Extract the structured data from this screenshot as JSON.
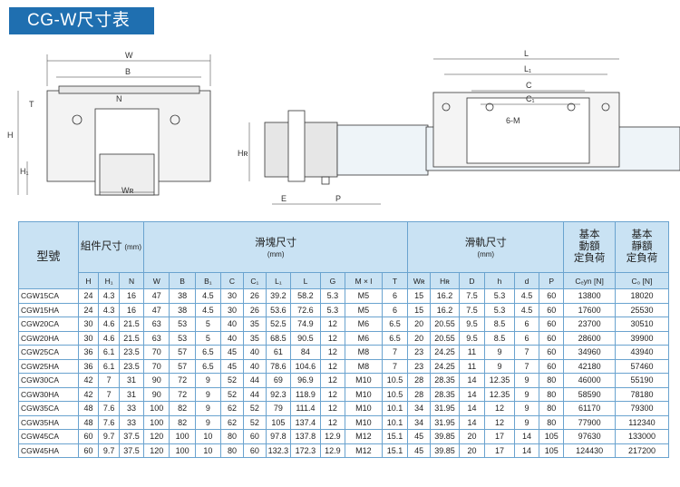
{
  "title": "CG-W尺寸表",
  "drawing_labels": {
    "W": "W",
    "B": "B",
    "T": "T",
    "H": "H",
    "H1": "H₁",
    "N": "N",
    "WR": "Wʀ",
    "HR": "Hʀ",
    "E": "E",
    "P": "P",
    "L": "L",
    "L1": "L₁",
    "C": "C",
    "C1": "C₁",
    "M": "6-M"
  },
  "header": {
    "model": "型號",
    "assembly": "組件尺寸",
    "assembly_unit": "(mm)",
    "block": "滑塊尺寸",
    "block_unit": "(mm)",
    "rail": "滑軌尺寸",
    "rail_unit": "(mm)",
    "dyn_load": "基本\n動額\n定負荷",
    "static_load": "基本\n靜額\n定負荷",
    "cols": [
      "H",
      "H₁",
      "N",
      "W",
      "B",
      "B₁",
      "C",
      "C₁",
      "L₁",
      "L",
      "G",
      "M × l",
      "T",
      "Wʀ",
      "Hʀ",
      "D",
      "h",
      "d",
      "P",
      "Cₑyn [N]",
      "C₀ [N]"
    ]
  },
  "rows": [
    [
      "CGW15CA",
      "24",
      "4.3",
      "16",
      "47",
      "38",
      "4.5",
      "30",
      "26",
      "39.2",
      "58.2",
      "5.3",
      "M5",
      "6",
      "15",
      "16.2",
      "7.5",
      "5.3",
      "4.5",
      "60",
      "13800",
      "18020"
    ],
    [
      "CGW15HA",
      "24",
      "4.3",
      "16",
      "47",
      "38",
      "4.5",
      "30",
      "26",
      "53.6",
      "72.6",
      "5.3",
      "M5",
      "6",
      "15",
      "16.2",
      "7.5",
      "5.3",
      "4.5",
      "60",
      "17600",
      "25530"
    ],
    [
      "CGW20CA",
      "30",
      "4.6",
      "21.5",
      "63",
      "53",
      "5",
      "40",
      "35",
      "52.5",
      "74.9",
      "12",
      "M6",
      "6.5",
      "20",
      "20.55",
      "9.5",
      "8.5",
      "6",
      "60",
      "23700",
      "30510"
    ],
    [
      "CGW20HA",
      "30",
      "4.6",
      "21.5",
      "63",
      "53",
      "5",
      "40",
      "35",
      "68.5",
      "90.5",
      "12",
      "M6",
      "6.5",
      "20",
      "20.55",
      "9.5",
      "8.5",
      "6",
      "60",
      "28600",
      "39900"
    ],
    [
      "CGW25CA",
      "36",
      "6.1",
      "23.5",
      "70",
      "57",
      "6.5",
      "45",
      "40",
      "61",
      "84",
      "12",
      "M8",
      "7",
      "23",
      "24.25",
      "11",
      "9",
      "7",
      "60",
      "34960",
      "43940"
    ],
    [
      "CGW25HA",
      "36",
      "6.1",
      "23.5",
      "70",
      "57",
      "6.5",
      "45",
      "40",
      "78.6",
      "104.6",
      "12",
      "M8",
      "7",
      "23",
      "24.25",
      "11",
      "9",
      "7",
      "60",
      "42180",
      "57460"
    ],
    [
      "CGW30CA",
      "42",
      "7",
      "31",
      "90",
      "72",
      "9",
      "52",
      "44",
      "69",
      "96.9",
      "12",
      "M10",
      "10.5",
      "28",
      "28.35",
      "14",
      "12.35",
      "9",
      "80",
      "46000",
      "55190"
    ],
    [
      "CGW30HA",
      "42",
      "7",
      "31",
      "90",
      "72",
      "9",
      "52",
      "44",
      "92.3",
      "118.9",
      "12",
      "M10",
      "10.5",
      "28",
      "28.35",
      "14",
      "12.35",
      "9",
      "80",
      "58590",
      "78180"
    ],
    [
      "CGW35CA",
      "48",
      "7.6",
      "33",
      "100",
      "82",
      "9",
      "62",
      "52",
      "79",
      "111.4",
      "12",
      "M10",
      "10.1",
      "34",
      "31.95",
      "14",
      "12",
      "9",
      "80",
      "61170",
      "79300"
    ],
    [
      "CGW35HA",
      "48",
      "7.6",
      "33",
      "100",
      "82",
      "9",
      "62",
      "52",
      "105",
      "137.4",
      "12",
      "M10",
      "10.1",
      "34",
      "31.95",
      "14",
      "12",
      "9",
      "80",
      "77900",
      "112340"
    ],
    [
      "CGW45CA",
      "60",
      "9.7",
      "37.5",
      "120",
      "100",
      "10",
      "80",
      "60",
      "97.8",
      "137.8",
      "12.9",
      "M12",
      "15.1",
      "45",
      "39.85",
      "20",
      "17",
      "14",
      "105",
      "97630",
      "133000"
    ],
    [
      "CGW45HA",
      "60",
      "9.7",
      "37.5",
      "120",
      "100",
      "10",
      "80",
      "60",
      "132.3",
      "172.3",
      "12.9",
      "M12",
      "15.1",
      "45",
      "39.85",
      "20",
      "17",
      "14",
      "105",
      "124430",
      "217200"
    ]
  ]
}
